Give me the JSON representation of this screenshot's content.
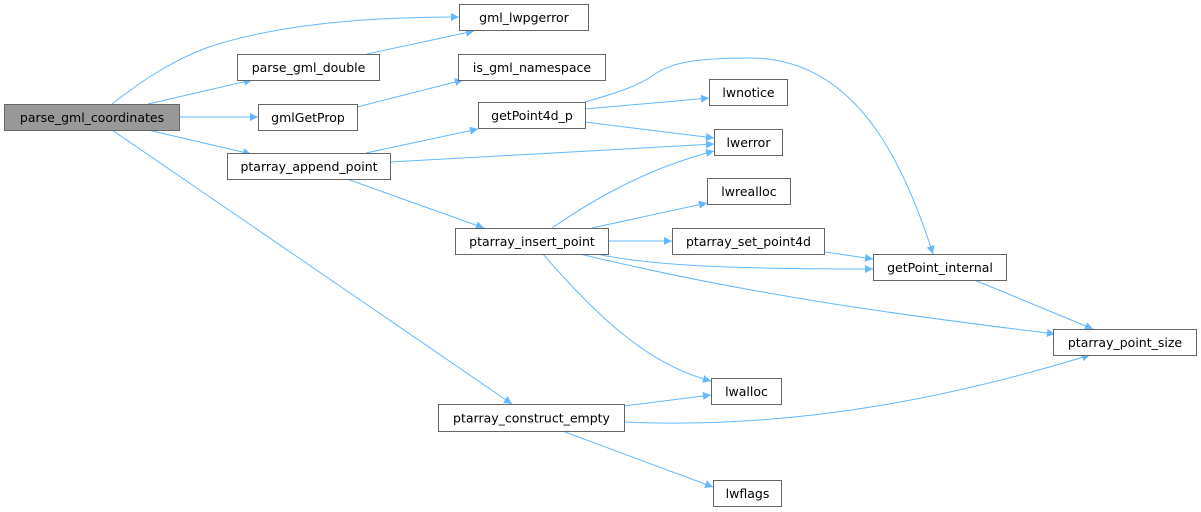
{
  "graph": {
    "type": "call-graph",
    "edge_color": "#63b8ff",
    "root_fill": "#999999",
    "nodes": {
      "parse_gml_coordinates": "parse_gml_coordinates",
      "gml_lwpgerror": "gml_lwpgerror",
      "parse_gml_double": "parse_gml_double",
      "is_gml_namespace": "is_gml_namespace",
      "gmlGetProp": "gmlGetProp",
      "getPoint4d_p": "getPoint4d_p",
      "lwnotice": "lwnotice",
      "lwerror": "lwerror",
      "ptarray_append_point": "ptarray_append_point",
      "lwrealloc": "lwrealloc",
      "ptarray_insert_point": "ptarray_insert_point",
      "ptarray_set_point4d": "ptarray_set_point4d",
      "getPoint_internal": "getPoint_internal",
      "ptarray_point_size": "ptarray_point_size",
      "lwalloc": "lwalloc",
      "ptarray_construct_empty": "ptarray_construct_empty",
      "lwflags": "lwflags"
    },
    "edges": [
      [
        "parse_gml_coordinates",
        "gml_lwpgerror"
      ],
      [
        "parse_gml_coordinates",
        "parse_gml_double"
      ],
      [
        "parse_gml_double",
        "gml_lwpgerror"
      ],
      [
        "parse_gml_coordinates",
        "gmlGetProp"
      ],
      [
        "gmlGetProp",
        "is_gml_namespace"
      ],
      [
        "parse_gml_coordinates",
        "ptarray_append_point"
      ],
      [
        "parse_gml_coordinates",
        "ptarray_construct_empty"
      ],
      [
        "ptarray_append_point",
        "getPoint4d_p"
      ],
      [
        "ptarray_append_point",
        "lwerror"
      ],
      [
        "ptarray_append_point",
        "ptarray_insert_point"
      ],
      [
        "getPoint4d_p",
        "lwnotice"
      ],
      [
        "getPoint4d_p",
        "lwerror"
      ],
      [
        "getPoint4d_p",
        "getPoint_internal"
      ],
      [
        "ptarray_insert_point",
        "lwerror"
      ],
      [
        "ptarray_insert_point",
        "lwrealloc"
      ],
      [
        "ptarray_insert_point",
        "ptarray_set_point4d"
      ],
      [
        "ptarray_insert_point",
        "getPoint_internal"
      ],
      [
        "ptarray_insert_point",
        "ptarray_point_size"
      ],
      [
        "ptarray_insert_point",
        "lwalloc"
      ],
      [
        "ptarray_set_point4d",
        "getPoint_internal"
      ],
      [
        "getPoint_internal",
        "ptarray_point_size"
      ],
      [
        "ptarray_construct_empty",
        "lwalloc"
      ],
      [
        "ptarray_construct_empty",
        "ptarray_point_size"
      ],
      [
        "ptarray_construct_empty",
        "lwflags"
      ]
    ]
  }
}
